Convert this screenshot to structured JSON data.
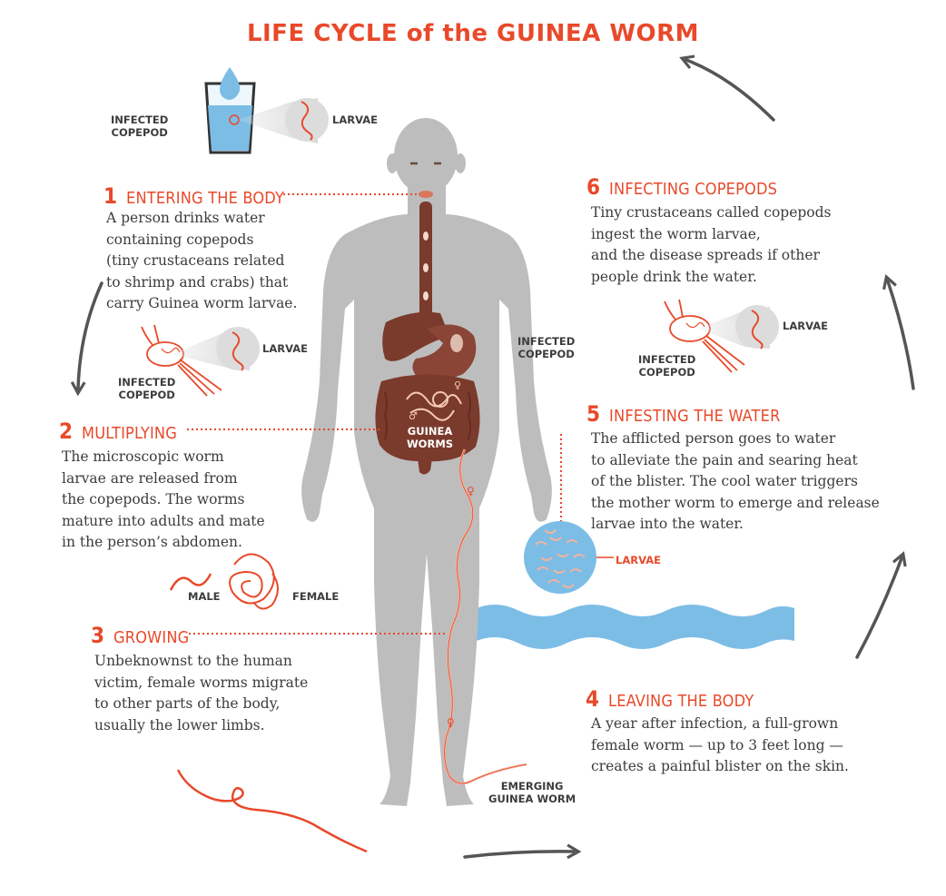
{
  "title": "LIFE CYCLE of the GUINEA WORM",
  "steps": [
    {
      "number": "1",
      "title": "ENTERING THE BODY",
      "text": "A person drinks water\ncontaining copepods\n(tiny crustaceans related\nto shrimp and crabs) that\ncarry Guinea worm larvae."
    },
    {
      "number": "2",
      "title": "MULTIPLYING",
      "text": "The microscopic worm\nlarvae are released from\nthe copepods. The worms\nmature into adults and mate\nin the person’s abdomen."
    },
    {
      "number": "3",
      "title": "GROWING",
      "text": "Unbeknownst to the human\nvictim, female worms migrate\nto other parts of the body,\nusually the lower limbs."
    },
    {
      "number": "4",
      "title": "LEAVING THE BODY",
      "text": "A year after infection, a full-grown\nfemale worm — up to 3 feet long —\ncreates a painful blister on the skin."
    },
    {
      "number": "5",
      "title": "INFESTING THE WATER",
      "text": "The afflicted person goes to water\nto alleviate the pain and searing heat\nof the blister. The cool water triggers\nthe mother worm to emerge and release\nlarvae into the water."
    },
    {
      "number": "6",
      "title": "INFECTING COPEPODS",
      "text": "Tiny crustaceans called copepods\ningest the worm larvae,\nand the disease spreads if other\npeople drink the water."
    }
  ],
  "labels": {
    "infected_copepod_glass": "INFECTED\nCOPEPOD",
    "larvae_glass": "LARVAE",
    "larvae_step1": "LARVAE",
    "infected_copepod_step1": "INFECTED\nCOPEPOD",
    "infected_copepod_stomach": "INFECTED\nCOPEPOD",
    "guinea_worms": "GUINEA\nWORMS",
    "male": "MALE",
    "female": "FEMALE",
    "larvae_water": "LARVAE",
    "emerging_worm": "EMERGING\nGUINEA WORM",
    "larvae_step6": "LARVAE",
    "infected_copepod_step6": "INFECTED\nCOPEPOD"
  },
  "colors": {
    "accent": "#e8492a",
    "body": "#bdbdbd",
    "organ": "#7a3a2c",
    "water": "#7cbde6",
    "arrow": "#555555",
    "text": "#3c3c3c"
  }
}
